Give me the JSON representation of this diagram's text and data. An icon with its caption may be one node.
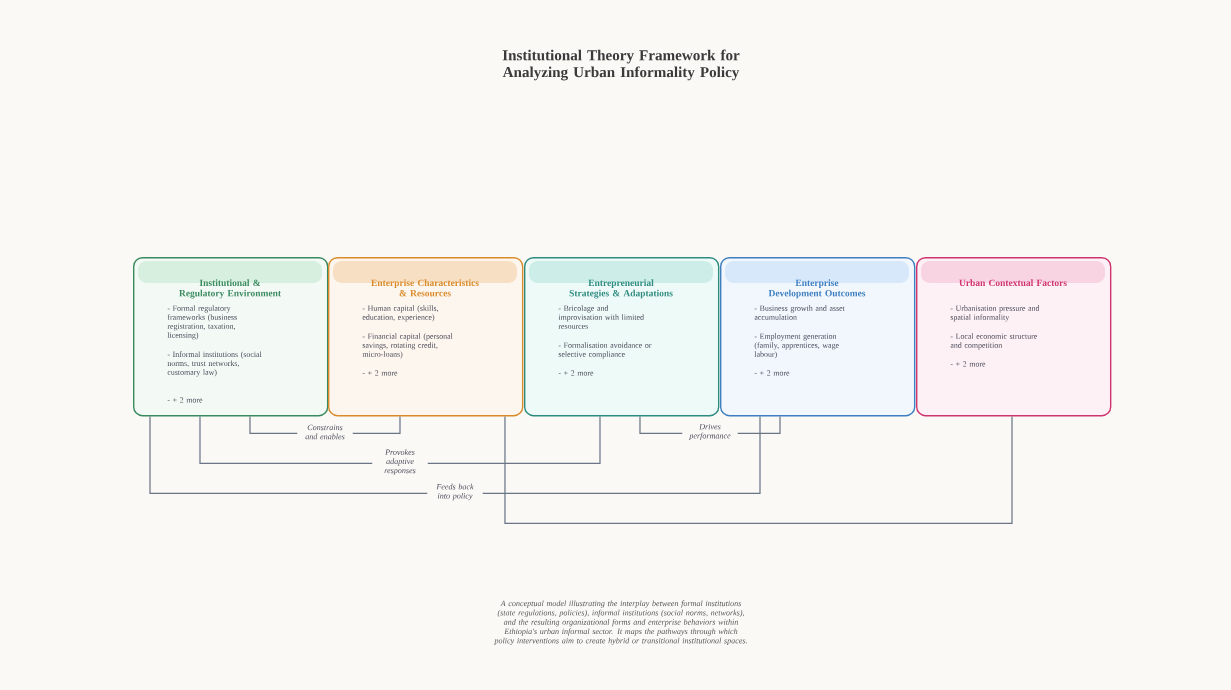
{
  "diagram": {
    "title": "Institutional Theory Framework for Analyzing Urban Informality Policy",
    "caption": "A conceptual model illustrating the interplay between formal institutions (state regulations, policies), informal institutions (social norms, networks), and the resulting organizational forms and enterprise behaviors within Ethiopia's urban informal sector. It maps the pathways through which policy interventions aim to create hybrid or transitional institutional spaces.",
    "nodes": [
      {
        "text": [
          "Institutional & Regulatory Environment",
          "- Formal regulatory frameworks (business registration, taxation, licensing)",
          "- Informal institutions (social norms, trust networks, customary law)",
          "- + 2 more"
        ]
      },
      {
        "text": [
          "Enterprise Characteristics & Resources",
          "- Human capital (skills, education, experience)",
          "- Financial capital (personal savings, rotating credit, micro-loans)",
          "- + 2 more"
        ]
      },
      {
        "text": [
          "Entrepreneurial Strategies & Adaptations",
          "- Bricolage and improvisation with limited resources",
          "- Formalisation avoidance or selective compliance",
          "- + 2 more"
        ]
      },
      {
        "text": [
          "Enterprise Development Outcomes",
          "- Business growth and asset accumulation",
          "- Employment generation (family, apprentices, wage labour)",
          "- + 2 more"
        ]
      },
      {
        "text": [
          "Urban Contextual Factors",
          "- Urbanisation pressure and spatial informality",
          "- Local economic structure and competition",
          "- + 2 more"
        ]
      }
    ],
    "edges": [
      {
        "from": 0,
        "to": 1,
        "arrow": "none",
        "label": "Constrains and enables"
      },
      {
        "from": 0,
        "to": 2,
        "arrow": "none",
        "label": "Provokes adaptive responses"
      },
      {
        "from": 3,
        "to": 0,
        "arrow": "none",
        "label": "Feeds back into policy"
      },
      {
        "from": 2,
        "to": 3,
        "arrow": "none",
        "label": "Drives performance"
      },
      {
        "from": 4,
        "to": 1,
        "arrow": "none"
      }
    ]
  }
}
